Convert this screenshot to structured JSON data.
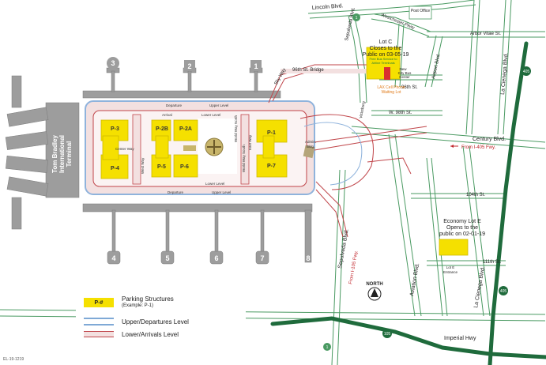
{
  "streets": {
    "lincoln": "Lincoln Blvd.",
    "westchester": "Westchester Pkwy",
    "post_office": "Post Office",
    "arbor_vitae": "Arbor Vitae St.",
    "airport_blvd": "Airport Blvd.",
    "sepulveda_upper": "Sepulveda Blvd.",
    "sky_way": "Sky Way",
    "st96_bridge": "96th St. Bridge",
    "st96": "96th St.",
    "w98": "W. 98th St.",
    "century": "Century Blvd.",
    "st104": "104th St.",
    "st111": "111th St.",
    "aviation": "Aviation Blvd.",
    "la_cienega_lower": "La Cienega Blvd.",
    "la_cienega_upper": "La Cienega Blvd.",
    "sepulveda_lower": "Sepulveda Blvd.",
    "imperial": "Imperial Hwy",
    "world_way": "World Way",
    "vicksburg": "Vicksburg"
  },
  "lot_c": {
    "title": "Lot C",
    "line1": "Closes to the",
    "line2": "Public on 03-05-19",
    "shuttle1": "Free Bus Service to",
    "shuttle2": "Airline Terminals",
    "new_bus1": "New",
    "new_bus2": "City Bus",
    "new_bus3": "Center",
    "cellphone1": "LAX Cell Phone",
    "cellphone2": "Waiting Lot"
  },
  "lot_e": {
    "line1": "Economy Lot E",
    "line2": "Opens to the",
    "line3": "public on 02-01-19",
    "entrance1": "Lot E",
    "entrance2": "Entrance"
  },
  "directions": {
    "from_405": "From I-405 Fwy.",
    "from_105": "From I-105 Fwy."
  },
  "north": "NORTH",
  "terminal_name": [
    "Tom Bradley",
    "International",
    "Terminal"
  ],
  "terminals_top": [
    "3",
    "2",
    "1"
  ],
  "terminals_bottom": [
    "4",
    "5",
    "6",
    "7",
    "8"
  ],
  "parking": [
    "P-3",
    "P-2B",
    "P-2A",
    "P-1",
    "P-4",
    "P-5",
    "P-6",
    "P-7"
  ],
  "road_labels": {
    "departure_upper_top": "Departure",
    "upper_level_top": "Upper Level",
    "arrival_top": "Arrival",
    "lower_level_top": "Lower Level",
    "lower_level_bottom": "Lower Level",
    "departure_bottom": "Departure",
    "upper_level_bottom": "Upper Level",
    "center_way": "Center Way",
    "east_way": "East Way",
    "west_way": "West Way",
    "world_way_n": "World Way North",
    "world_way_s": "World Way South",
    "admin_bldg1": "Admin.",
    "admin_bldg2": "Bldg."
  },
  "shields": {
    "freeway_405": "405",
    "freeway_105": "105",
    "route_1": "1"
  },
  "legend": {
    "parking_symbol": "P-#",
    "parking_label": "Parking Structures",
    "parking_example": "(Example: P-1)",
    "upper_label": "Upper/Departures Level",
    "lower_label": "Lower/Arrivals Level"
  },
  "footer_code": "EL-19-1219",
  "colors": {
    "parking_yellow": "#f5e000",
    "upper_blue": "#7fa9d6",
    "lower_red": "#c0454a",
    "road_fill": "#f2dede",
    "street_green": "#3f8f56",
    "freeway_green": "#1f6b3c",
    "terminal_gray": "#9a9a9a"
  }
}
